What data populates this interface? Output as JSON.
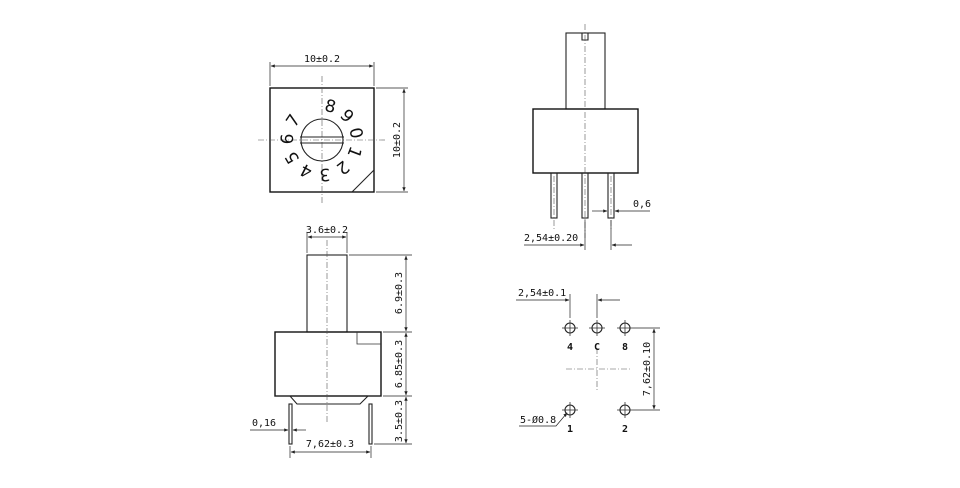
{
  "top_view": {
    "width_dim": "10±0.2",
    "height_dim": "10±0.2",
    "dial_digits": [
      "8",
      "9",
      "0",
      "1",
      "2",
      "3",
      "4",
      "5",
      "6",
      "7"
    ]
  },
  "front_view": {
    "shaft_width_dim": "3.6±0.2",
    "shaft_height_dim": "6.9±0.3",
    "body_height_dim": "6.85±0.3",
    "pin_length_dim": "3.5±0.3",
    "pin_thickness_dim": "0,16",
    "pin_span_dim": "7,62±0.3"
  },
  "side_view": {
    "pin_width_dim": "0,6",
    "pin_pitch_dim": "2,54±0.20"
  },
  "footprint": {
    "pitch_dim": "2,54±0.1",
    "row_spacing_dim": "7,62±0.10",
    "hole_dim": "5-Ø0.8",
    "pins_top": [
      "4",
      "C",
      "8"
    ],
    "pins_bottom": [
      "1",
      "2"
    ]
  }
}
